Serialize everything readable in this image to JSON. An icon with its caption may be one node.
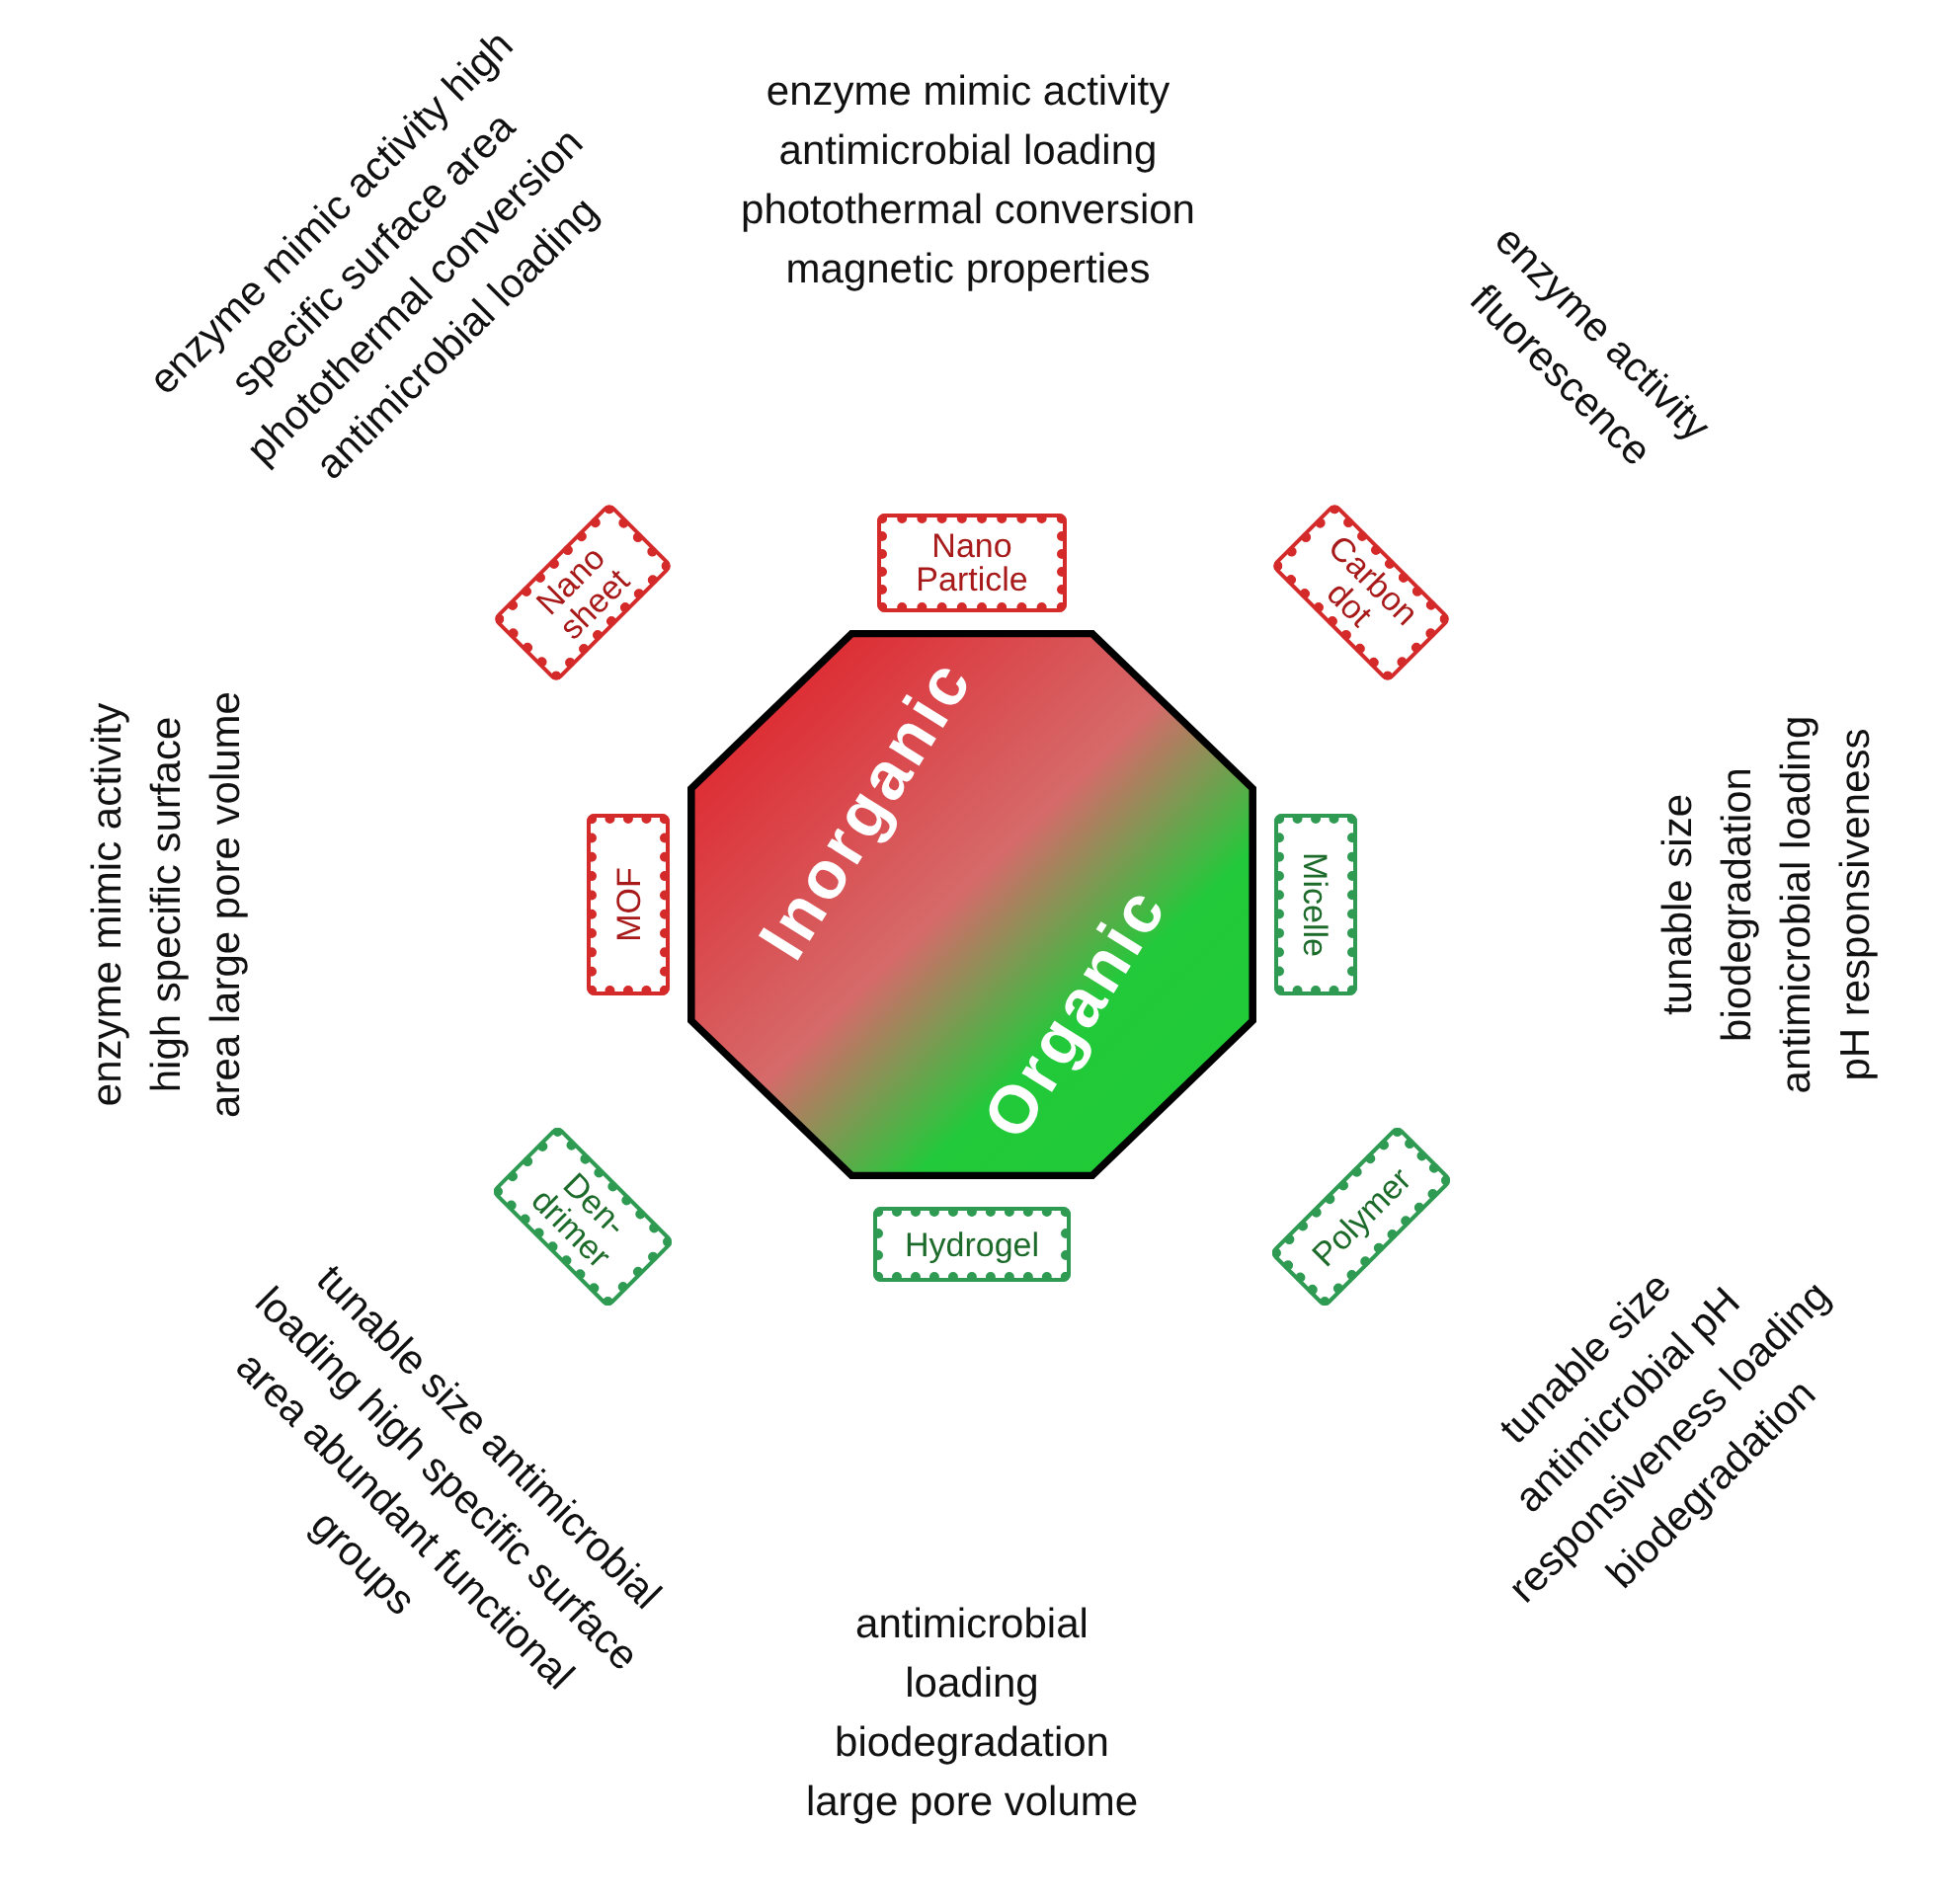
{
  "diagram": {
    "nodes": [
      {
        "text": [
          "Inorganic",
          "Organic"
        ]
      },
      {
        "text": [
          "Nano Particle"
        ]
      },
      {
        "text": [
          "Nano sheet"
        ]
      },
      {
        "text": [
          "Carbon dot"
        ]
      },
      {
        "text": [
          "MOF"
        ]
      },
      {
        "text": [
          "Micelle"
        ]
      },
      {
        "text": [
          "Den-drimer"
        ]
      },
      {
        "text": [
          "Polymer"
        ]
      },
      {
        "text": [
          "Hydrogel"
        ]
      }
    ],
    "edges": [],
    "labels": [
      "enzyme mimic activity antimicrobial loading photothermal conversion magnetic properties",
      "enzyme mimic activity high specific surface area photothermal conversion antimicrobial loading",
      "enzyme activity fluorescence",
      "enzyme mimic activity high specific surface area large pore volume",
      "tunable size biodegradation antimicrobial loading pH responsiveness",
      "tunable size antimicrobial loading high specific surface area abundant functional groups",
      "tunable size antimicrobial pH responsiveness loading biodegradation",
      "antimicrobial loading biodegradation large pore volume"
    ]
  }
}
